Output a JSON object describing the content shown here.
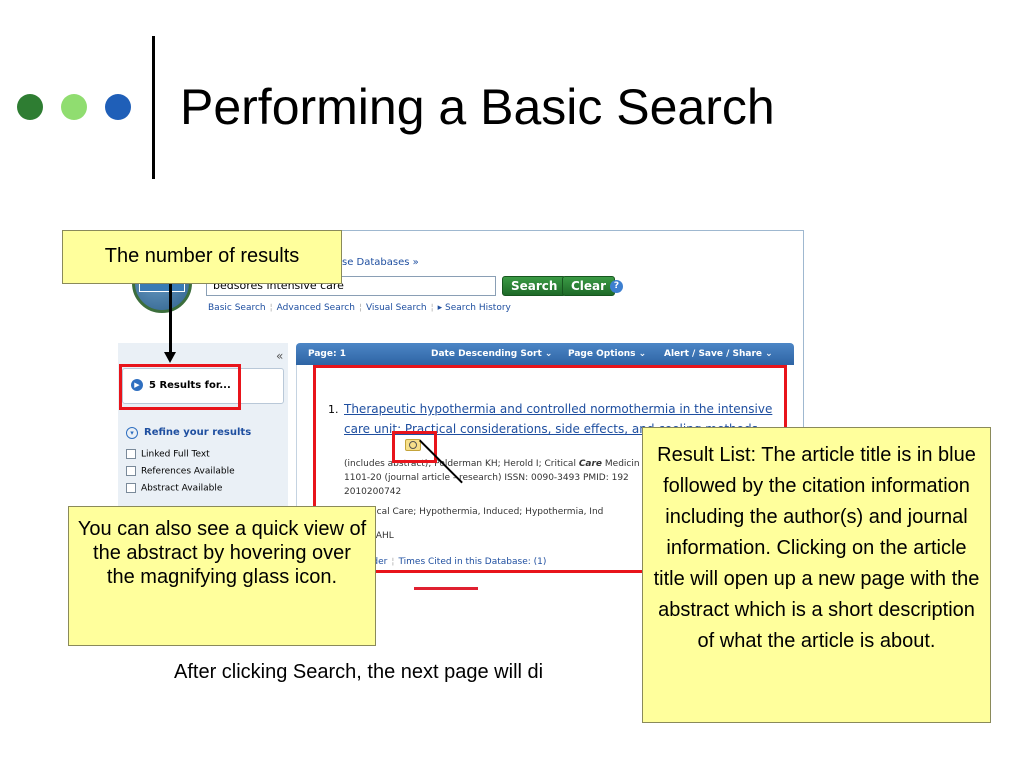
{
  "slide": {
    "title": "Performing a Basic Search",
    "caption": "After clicking Search, the next page will di",
    "dots": [
      "#2e7d32",
      "#90dd70",
      "#1f5fb8"
    ]
  },
  "search": {
    "choose_db_link": "se Databases »",
    "query": "bedsores intensive care",
    "search_button": "Search",
    "clear_button": "Clear",
    "help": "?",
    "links": [
      "Basic Search",
      "Advanced Search",
      "Visual Search",
      "Search History"
    ]
  },
  "left_pane": {
    "collapse": "«",
    "results_for": "5 Results for...",
    "refine": "Refine your results",
    "checkboxes": [
      "Linked Full Text",
      "References Available",
      "Abstract Available"
    ]
  },
  "results_bar": {
    "page": "Page: 1",
    "sort": "Date Descending Sort ⌄",
    "page_options": "Page Options ⌄",
    "alert": "Alert / Save / Share ⌄"
  },
  "result": {
    "number": "1.",
    "title": "Therapeutic hypothermia and controlled normothermia in the intensive care unit: Practical considerations, side effects, and cooling methods.",
    "citation_line1_pre": "(includes abstract); Polderman KH; Herold I; Critical ",
    "citation_line1_bold": "Care",
    "citation_line1_post": " Medicin",
    "citation_line2": "1101-20 (journal article - research) ISSN: 0090-3493 PMID: 192",
    "citation_line3": "2010200742",
    "subjects": "ts: Critical Care; Hypothermia, Induced; Hypothermia, Ind",
    "database": "se: CINAHL",
    "add_folder": "l to folder",
    "times_cited": "Times Cited in this Database: (1)"
  },
  "callouts": {
    "results_count": "The number of results",
    "quick_view": "You can also see a quick view of the abstract by hovering over the magnifying glass icon.",
    "result_list": "Result List: The article title is in blue followed by the citation information including the author(s) and journal information. Clicking on the article title will open up a new page with the abstract which is a short description of what the article is about."
  },
  "colors": {
    "highlight_red": "#e8141b",
    "callout_yellow": "#ffff9c",
    "link_blue": "#1f4fa0"
  }
}
